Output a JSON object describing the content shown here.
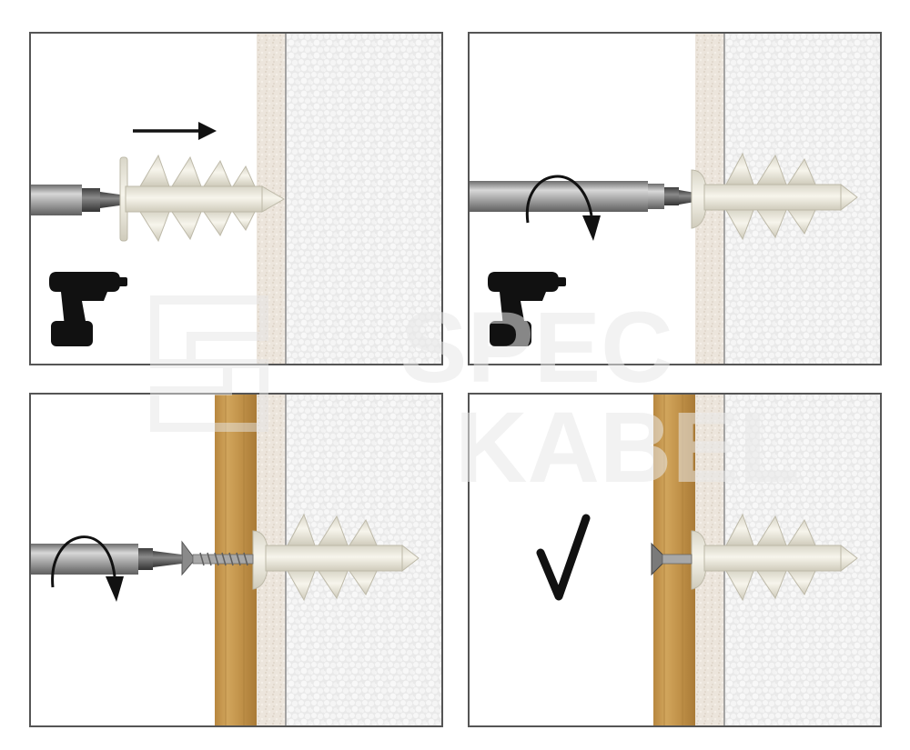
{
  "watermark": {
    "brand": "SPEC",
    "sub": "KABEL"
  },
  "steps": [
    {
      "id": 1,
      "tool": "drill",
      "motion": "push"
    },
    {
      "id": 2,
      "tool": "drill",
      "motion": "rotate"
    },
    {
      "id": 3,
      "tool": "screwdriver",
      "motion": "rotate"
    },
    {
      "id": 4,
      "tool": "none",
      "motion": "done"
    }
  ],
  "colors": {
    "insulation": "#ececec",
    "plaster": "#ece5dc",
    "wood": "#c79a52",
    "anchor": "#ece9dc",
    "tool": "#9a9a9a",
    "border": "#555555"
  }
}
